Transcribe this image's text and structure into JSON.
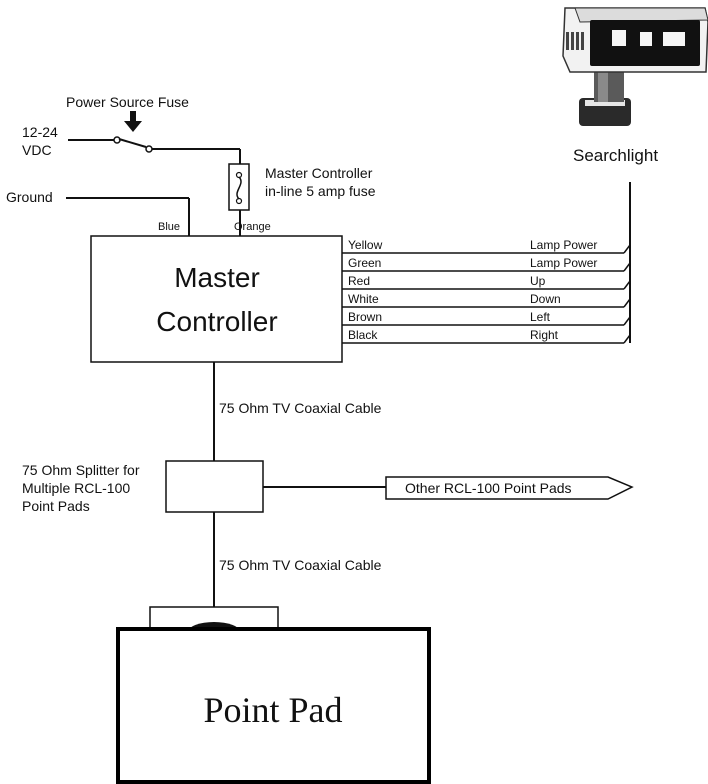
{
  "labels": {
    "power_fuse": "Power Source Fuse",
    "voltage_line1": "12-24",
    "voltage_line2": "VDC",
    "ground": "Ground",
    "blue": "Blue",
    "orange": "Orange",
    "inline_fuse_line1": "Master Controller",
    "inline_fuse_line2": "in-line 5 amp fuse",
    "searchlight": "Searchlight",
    "master_line1": "Master",
    "master_line2": "Controller",
    "coax_upper": "75 Ohm TV Coaxial Cable",
    "coax_lower": "75 Ohm TV Coaxial Cable",
    "splitter_line1": "75 Ohm Splitter for",
    "splitter_line2": "Multiple RCL-100",
    "splitter_line3": "Point Pads",
    "other_pads": "Other RCL-100 Point Pads",
    "point_pad": "Point Pad"
  },
  "wires": [
    {
      "color": "Yellow",
      "function": "Lamp Power"
    },
    {
      "color": "Green",
      "function": "Lamp Power"
    },
    {
      "color": "Red",
      "function": "Up"
    },
    {
      "color": "White",
      "function": "Down"
    },
    {
      "color": "Brown",
      "function": "Left"
    },
    {
      "color": "Black",
      "function": "Right"
    }
  ]
}
